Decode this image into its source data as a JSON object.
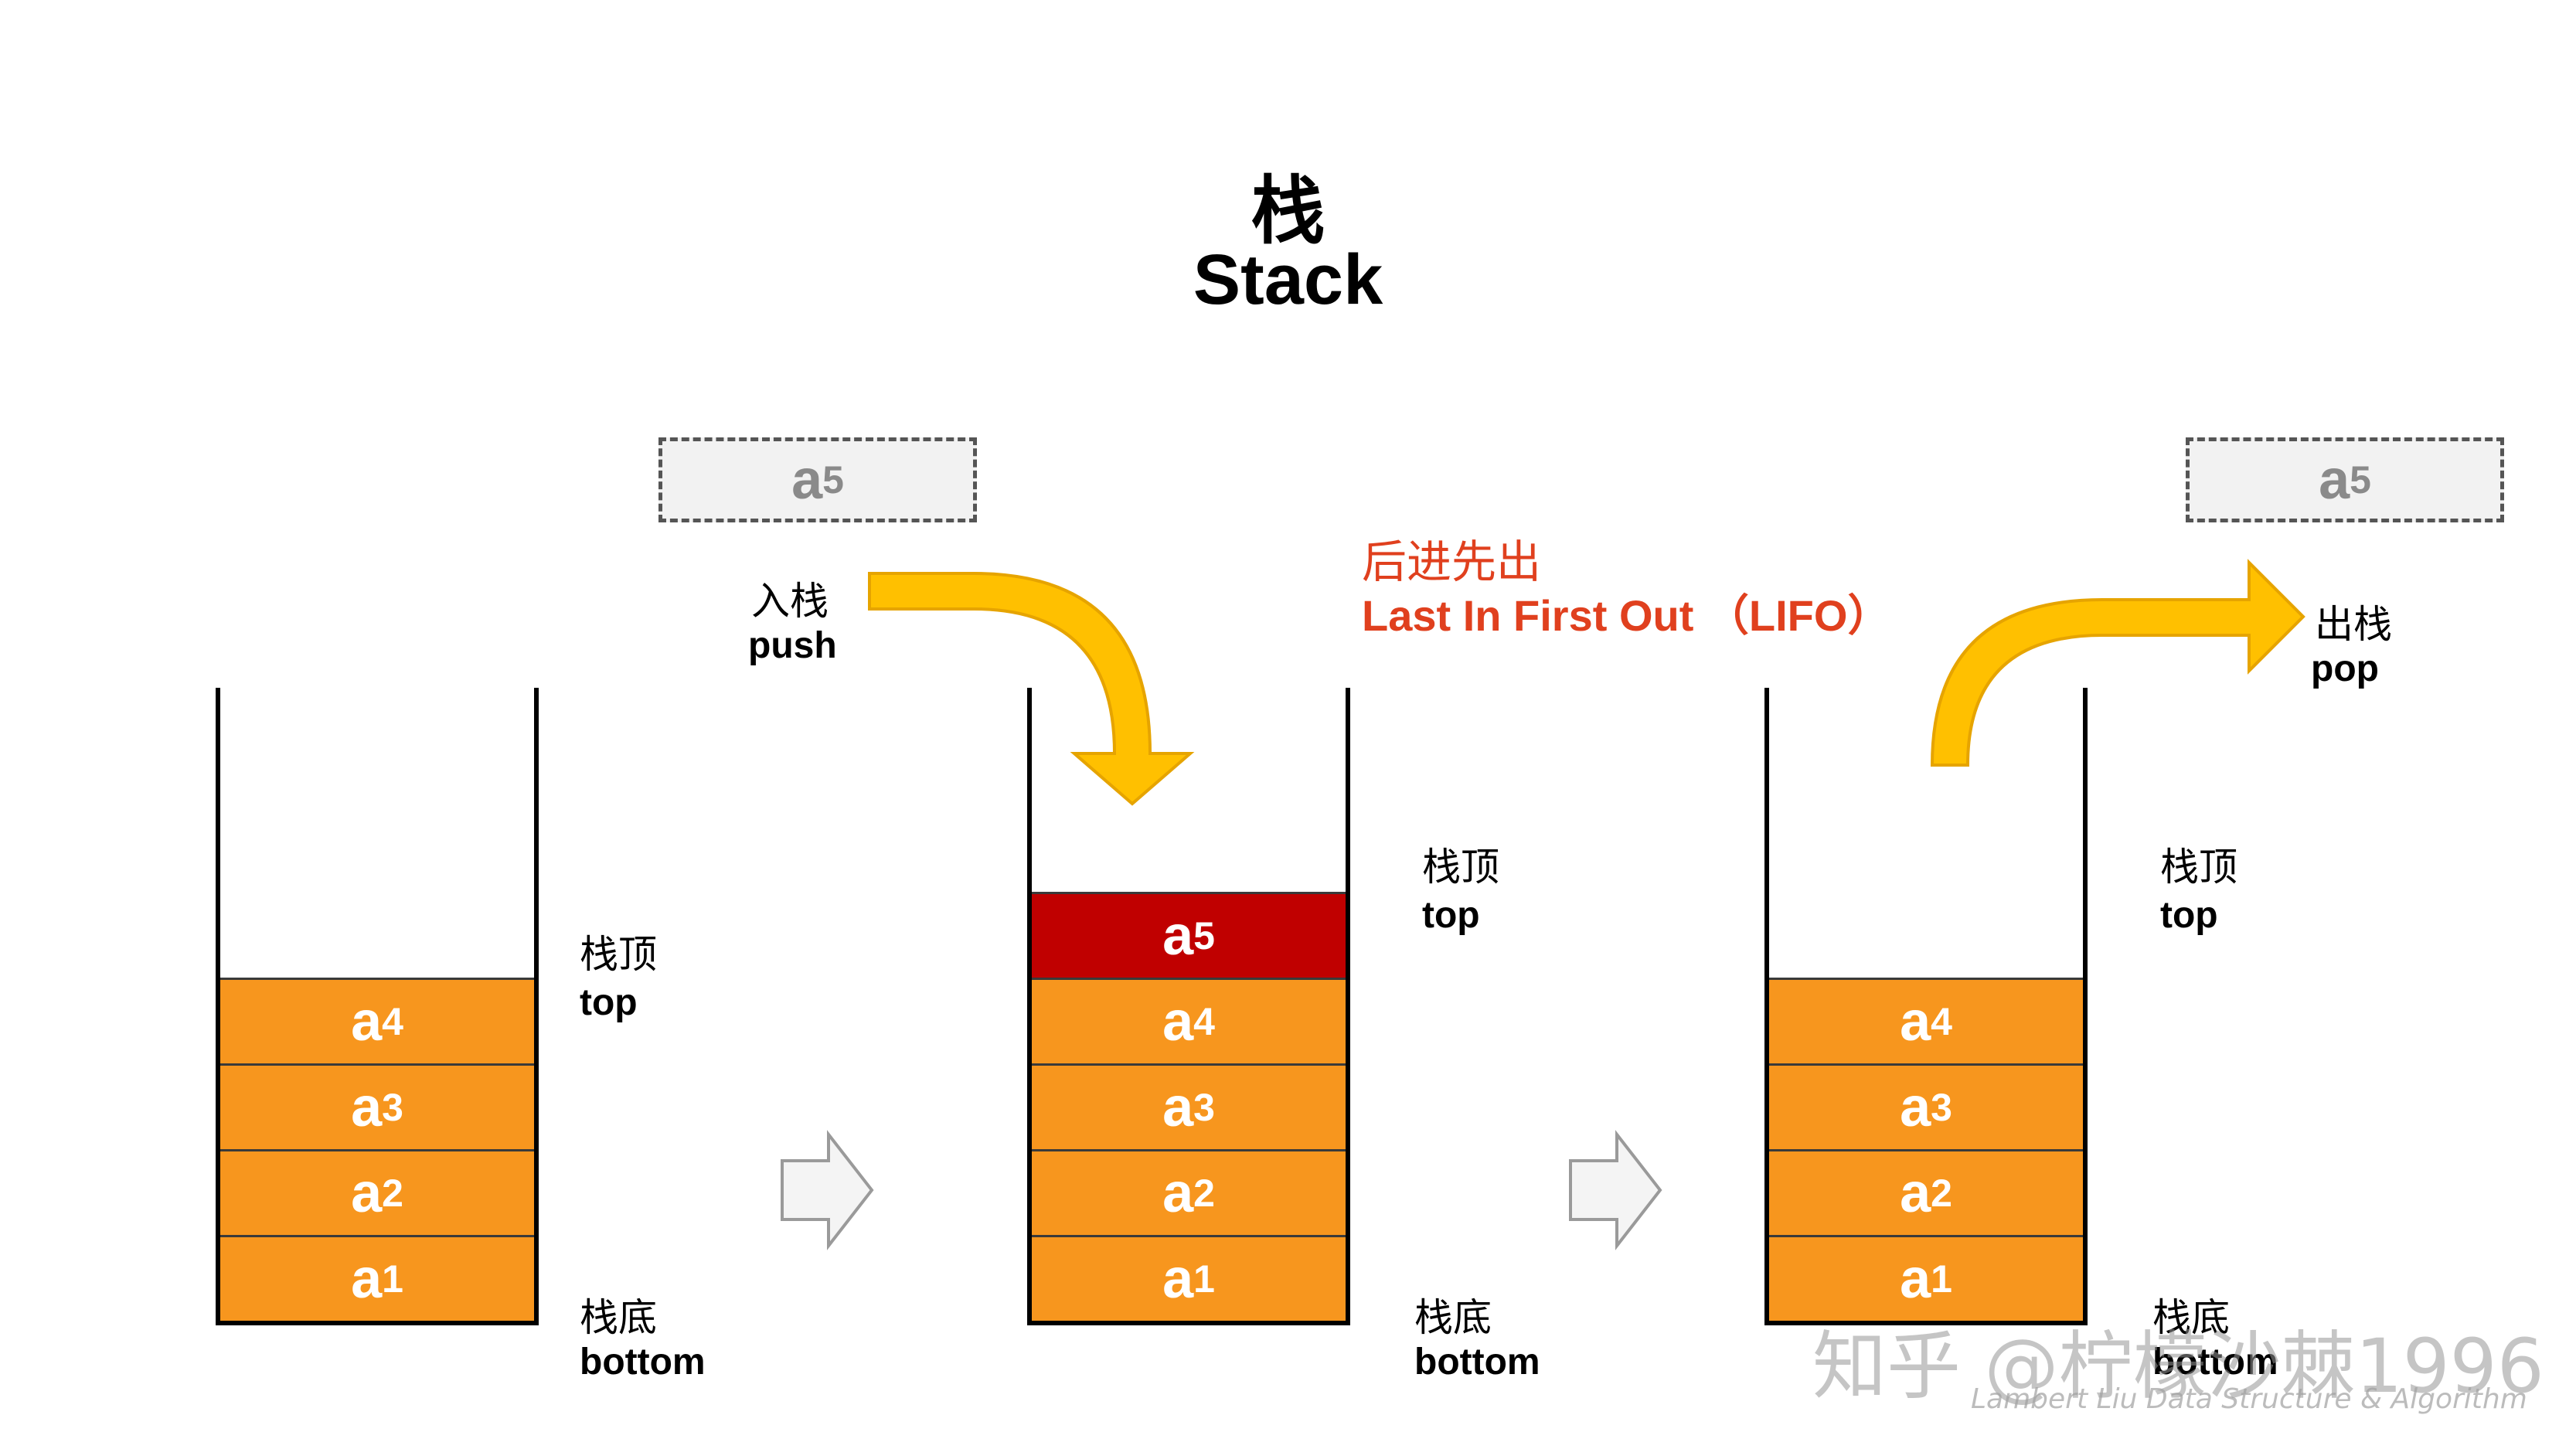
{
  "title": {
    "chinese": "栈",
    "english": "Stack"
  },
  "colors": {
    "element": "#F7961E",
    "highlight": "#C00000",
    "arrow": "#FFC000",
    "arrow_stroke": "#E6A400",
    "red_text": "#E0401E"
  },
  "stacks": [
    {
      "elements": [
        "a",
        "a",
        "a",
        "a"
      ],
      "subs": [
        "1",
        "2",
        "3",
        "4"
      ],
      "top_cn": "栈顶",
      "top_en": "top",
      "bottom_cn": "栈底",
      "bottom_en": "bottom"
    },
    {
      "elements": [
        "a",
        "a",
        "a",
        "a",
        "a"
      ],
      "subs": [
        "1",
        "2",
        "3",
        "4",
        "5"
      ],
      "top_cn": "栈顶",
      "top_en": "top",
      "bottom_cn": "栈底",
      "bottom_en": "bottom"
    },
    {
      "elements": [
        "a",
        "a",
        "a",
        "a"
      ],
      "subs": [
        "1",
        "2",
        "3",
        "4"
      ],
      "top_cn": "栈顶",
      "top_en": "top",
      "bottom_cn": "栈底",
      "bottom_en": "bottom"
    }
  ],
  "ghost": {
    "letter": "a",
    "sub": "5"
  },
  "push": {
    "cn": "入栈",
    "en": "push"
  },
  "pop": {
    "cn": "出栈",
    "en": "pop"
  },
  "lifo": {
    "cn": "后进先出",
    "en": "Last In First Out （LIFO）"
  },
  "watermark": {
    "main": "知乎 @柠檬沙棘1996",
    "sub": "Lambert Liu    Data Structure & Algorithm"
  }
}
